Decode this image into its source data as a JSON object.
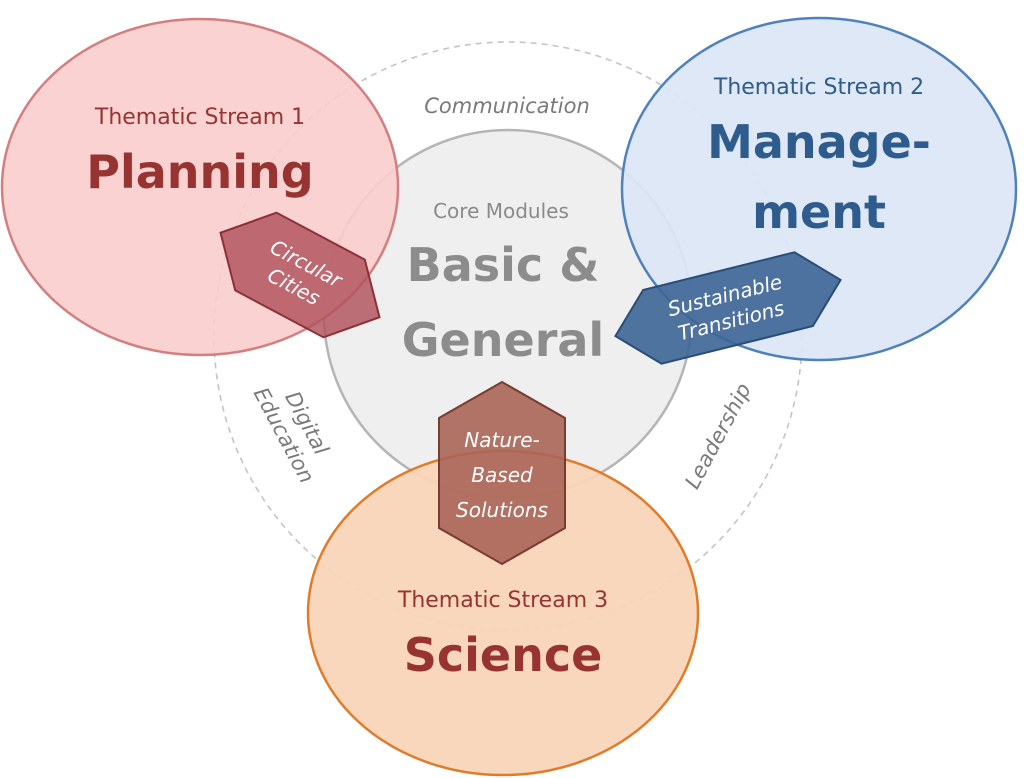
{
  "core": {
    "subtitle": "Core Modules",
    "title_line1": "Basic &",
    "title_line2": "General"
  },
  "ring": {
    "communication": "Communication",
    "digital": "Digital",
    "education": "Education",
    "leadership": "Leadership"
  },
  "streams": {
    "planning": {
      "subtitle": "Thematic Stream 1",
      "title": "Planning",
      "fill_color": "#f8cdcc",
      "stroke_color": "#d47f7f",
      "text_color": "#973432"
    },
    "management": {
      "subtitle": "Thematic Stream 2",
      "title_line1": "Manage-",
      "title_line2": "ment",
      "fill_color": "#dbe6f5",
      "stroke_color": "#4f81bd",
      "text_color": "#2e5c8d"
    },
    "science": {
      "subtitle": "Thematic Stream 3",
      "title": "Science",
      "fill_color": "#f9d5b8",
      "stroke_color": "#e07b2a",
      "text_color": "#973432"
    }
  },
  "connectors": {
    "circular": {
      "line1": "Circular",
      "line2": "Cities",
      "fill_color": "#b1525c"
    },
    "sustainable": {
      "line1": "Sustainable",
      "line2": "Transitions",
      "fill_color": "#3d6596"
    },
    "nature": {
      "line1": "Nature-",
      "line2": "Based",
      "line3": "Solutions",
      "fill_color": "#a96556"
    }
  }
}
